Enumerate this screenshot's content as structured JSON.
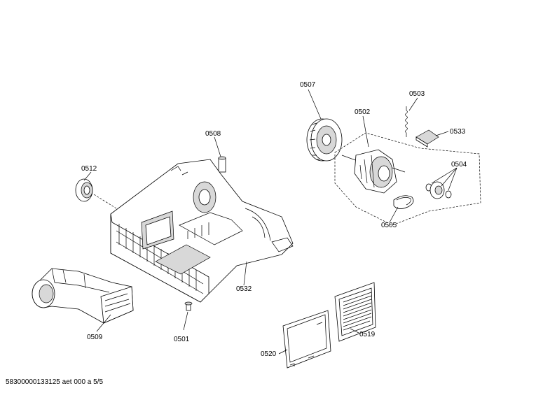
{
  "diagram": {
    "parts": [
      {
        "id": "0507",
        "label": "0507"
      },
      {
        "id": "0503",
        "label": "0503"
      },
      {
        "id": "0502",
        "label": "0502"
      },
      {
        "id": "0533",
        "label": "0533"
      },
      {
        "id": "0508",
        "label": "0508"
      },
      {
        "id": "0504",
        "label": "0504"
      },
      {
        "id": "0512",
        "label": "0512"
      },
      {
        "id": "0505",
        "label": "0505"
      },
      {
        "id": "0532",
        "label": "0532"
      },
      {
        "id": "0509",
        "label": "0509"
      },
      {
        "id": "0501",
        "label": "0501"
      },
      {
        "id": "0519",
        "label": "0519"
      },
      {
        "id": "0520",
        "label": "0520"
      }
    ]
  },
  "footer": {
    "text": "58300000133125 aet 000 a 5/5"
  }
}
